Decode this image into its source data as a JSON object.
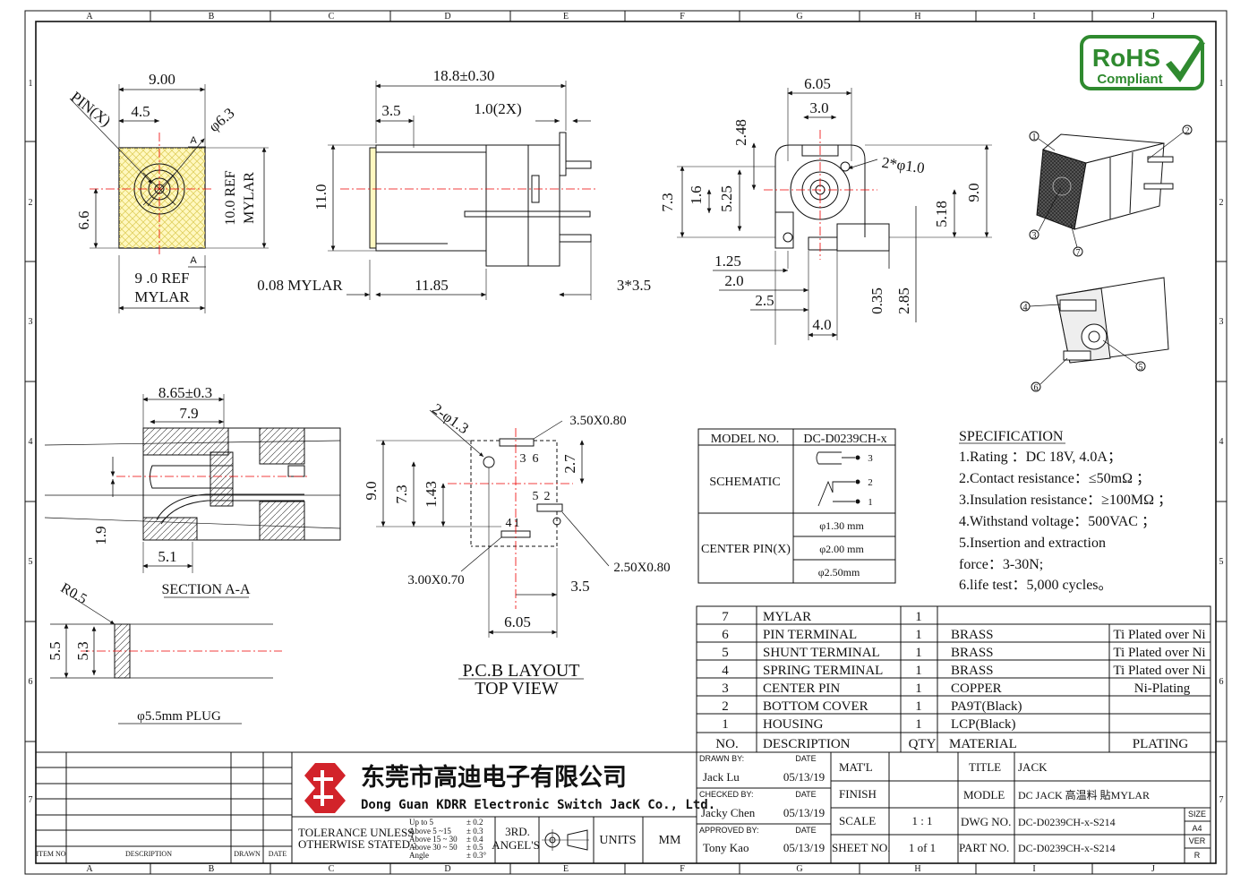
{
  "grid": {
    "columns": [
      "A",
      "B",
      "C",
      "D",
      "E",
      "F",
      "G",
      "H",
      "I",
      "J"
    ],
    "rows": [
      "1",
      "2",
      "3",
      "4",
      "5",
      "6",
      "7"
    ]
  },
  "rohs": {
    "line1": "RoHS",
    "line2": "Compliant",
    "color": "#2f8a2f"
  },
  "front_view": {
    "dim_width": "9.00",
    "dim_half": "4.5",
    "dim_dia": "φ6.3",
    "dim_height": "6.6",
    "pin_label": "PIN(X)",
    "section_a": "A",
    "mylar_h1": "10.0 REF",
    "mylar_h2": "MYLAR",
    "mylar_w1": "9 .0 REF",
    "mylar_w2": "MYLAR"
  },
  "side_view": {
    "dim_length": "18.8±0.30",
    "dim_35": "3.5",
    "dim_10": "1.0(2X)",
    "dim_11": "11.0",
    "dim_mylar": "0.08 MYLAR",
    "dim_1185": "11.85",
    "dim_3x35": "3*3.5"
  },
  "rear_view": {
    "dim_605": "6.05",
    "dim_30": "3.0",
    "dim_248": "2.48",
    "dim_2d10": "2*φ1.0",
    "dim_73": "7.3",
    "dim_16": "1.6",
    "dim_525": "5.25",
    "dim_90": "9.0",
    "dim_518": "5.18",
    "dim_125": "1.25",
    "dim_20": "2.0",
    "dim_25": "2.5",
    "dim_40": "4.0",
    "dim_035": "0.35",
    "dim_285": "2.85"
  },
  "iso_callouts": [
    "1",
    "2",
    "3",
    "7",
    "4",
    "6",
    "5"
  ],
  "section": {
    "dim_865": "8.65±0.3",
    "dim_79": "7.9",
    "dim_19": "1.9",
    "dim_51": "5.1",
    "title": "SECTION A-A"
  },
  "plug": {
    "dim_r05": "R0.5",
    "dim_55": "5.5",
    "dim_53": "5.3",
    "label": "φ5.5mm    PLUG"
  },
  "pcb": {
    "dim_2d13": "2-φ1.3",
    "dim_350": "3.50X0.80",
    "dim_27": "2.7",
    "dim_90": "9.0",
    "dim_73": "7.3",
    "dim_143": "1.43",
    "dim_300": "3.00X0.70",
    "dim_250": "2.50X0.80",
    "dim_35": "3.5",
    "dim_605": "6.05",
    "pin3": "3",
    "pin6": "6",
    "pin5": "5",
    "pin2": "2",
    "pin4": "4",
    "pin1": "1",
    "title1": "P.C.B LAYOUT",
    "title2": "TOP VIEW"
  },
  "model_table": {
    "model_label": "MODEL NO.",
    "model_value": "DC-D0239CH-x",
    "schematic_label": "SCHEMATIC",
    "sch_pins": [
      "3",
      "2",
      "1"
    ],
    "center_pin_label": "CENTER PIN(X)",
    "center_pins": [
      "φ1.30 mm",
      "φ2.00 mm",
      "φ2.50mm"
    ]
  },
  "specification": {
    "title": "SPECIFICATION",
    "lines": [
      "1.Rating  ：DC 18V, 4.0A；",
      "2.Contact resistance：≤50mΩ ；",
      "3.Insulation resistance：≥100MΩ  ；",
      "4.Withstand voltage：500VAC  ；",
      "5.Insertion and extraction",
      "force：3-30N;",
      "6.life test：5,000 cycles。"
    ]
  },
  "bom": {
    "rows": [
      {
        "no": "7",
        "desc": "MYLAR",
        "qty": "1",
        "mat": "",
        "plat": ""
      },
      {
        "no": "6",
        "desc": "PIN TERMINAL",
        "qty": "1",
        "mat": "BRASS",
        "plat": "Ti Plated over Ni"
      },
      {
        "no": "5",
        "desc": "SHUNT TERMINAL",
        "qty": "1",
        "mat": "BRASS",
        "plat": "Ti Plated over Ni"
      },
      {
        "no": "4",
        "desc": "SPRING TERMINAL",
        "qty": "1",
        "mat": "BRASS",
        "plat": "Ti Plated over Ni"
      },
      {
        "no": "3",
        "desc": "CENTER PIN",
        "qty": "1",
        "mat": "COPPER",
        "plat": "Ni-Plating"
      },
      {
        "no": "2",
        "desc": "BOTTOM COVER",
        "qty": "1",
        "mat": "PA9T(Black)",
        "plat": ""
      },
      {
        "no": "1",
        "desc": "HOUSING",
        "qty": "1",
        "mat": "LCP(Black)",
        "plat": ""
      }
    ],
    "header": {
      "no": "NO.",
      "desc": "DESCRIPTION",
      "qty": "QTY",
      "mat": "MATERIAL",
      "plat": "PLATING"
    }
  },
  "title_block": {
    "company_cn": "东莞市高迪电子有限公司",
    "company_en": "Dong Guan KDRR  Electronic Switch JacK Co., Ltd.",
    "logo_color": "#d2232a",
    "rev_cols": [
      "ITEM NO",
      "DESCRIPTION",
      "DRAWN",
      "DATE"
    ],
    "tolerance_label1": "TOLERANCE UNLESS",
    "tolerance_label2": "OTHERWISE STATED :",
    "tol_ranges": [
      "Up  to 5",
      "Above 5  ~15",
      "Above 15 ~ 30",
      "Above 30 ~ 50",
      "Angle"
    ],
    "tol_values": [
      "± 0.2",
      "± 0.3",
      "± 0.4",
      "± 0.5",
      "± 0.3°"
    ],
    "angle1": "3RD.",
    "angle2": "ANGEL'S",
    "units_label": "UNITS",
    "units_value": "MM",
    "drawn_by": "DRAWN BY:",
    "drawn_name": "Jack  Lu",
    "checked_by": "CHECKED BY:",
    "checked_name": "Jacky Chen",
    "approved_by": "APPROVED BY:",
    "approved_name": "Tony Kao",
    "date_label": "DATE",
    "date_value": "05/13/19",
    "matl_label": "MAT'L",
    "finish_label": "FINISH",
    "scale_label": "SCALE",
    "scale_value": "1 : 1",
    "sheet_label": "SHEET NO.",
    "sheet_value": "1 of 1",
    "title_label": "TITLE",
    "title_value": "JACK",
    "model_label": "MODLE",
    "model_value": "DC JACK 高温料 貼MYLAR",
    "dwg_label": "DWG NO.",
    "dwg_value": "DC-D0239CH-x-S214",
    "part_label": "PART NO.",
    "part_value": "DC-D0239CH-x-S214",
    "size_label": "SIZE",
    "size_value": "A4",
    "ver_label": "VER",
    "ver_value": "R"
  }
}
